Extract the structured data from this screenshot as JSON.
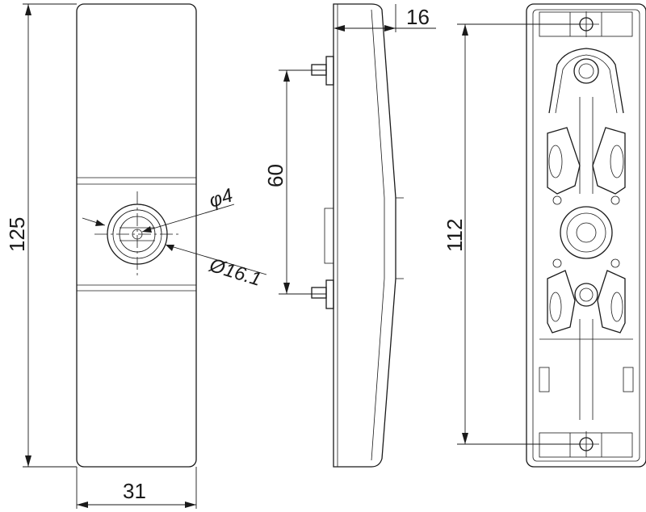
{
  "dimensions": {
    "overall_height": "125",
    "width": "31",
    "depth": "16",
    "pin_spacing": "60",
    "hole_pitch": "112",
    "hole_diameter": "φ4",
    "cap_diameter": "Ø16.1"
  }
}
